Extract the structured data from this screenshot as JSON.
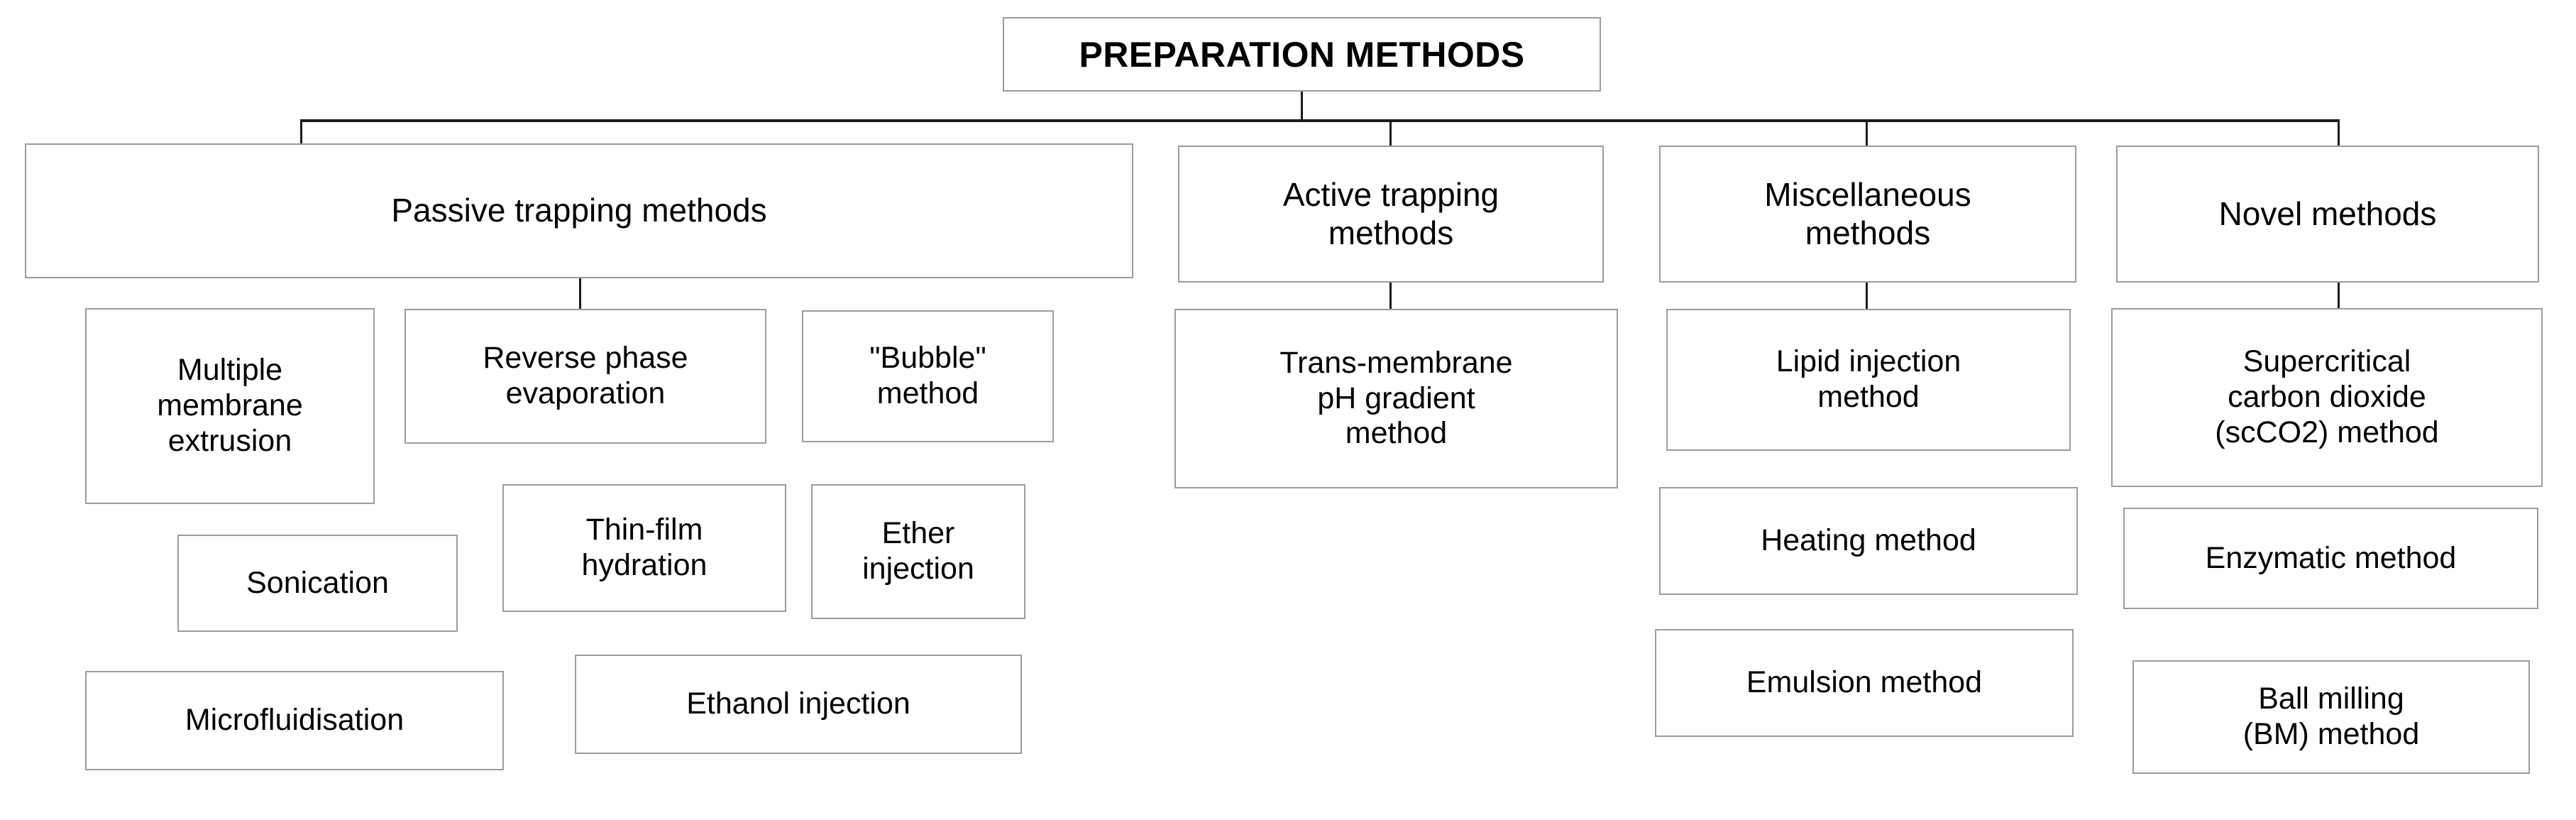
{
  "diagram": {
    "title": "PREPARATION METHODS",
    "root": {
      "label": "PREPARATION METHODS"
    },
    "branches": [
      {
        "id": "passive-trapping-methods",
        "label": "Passive trapping methods",
        "children": [
          {
            "id": "multiple-membrane-extrusion",
            "label": "Multiple\nmembrane\nextrusion"
          },
          {
            "id": "reverse-phase-evaporation",
            "label": "Reverse phase\nevaporation"
          },
          {
            "id": "bubble-method",
            "label": "\"Bubble\"\nmethod"
          },
          {
            "id": "sonication",
            "label": "Sonication"
          },
          {
            "id": "thin-film-hydration",
            "label": "Thin-film\nhydration"
          },
          {
            "id": "ether-injection",
            "label": "Ether\ninjection"
          },
          {
            "id": "microfluidisation",
            "label": "Microfluidisation"
          },
          {
            "id": "ethanol-injection",
            "label": "Ethanol injection"
          }
        ]
      },
      {
        "id": "active-trapping-methods",
        "label": "Active trapping\nmethods",
        "children": [
          {
            "id": "trans-membrane-ph-gradient-method",
            "label": "Trans-membrane\npH gradient\nmethod"
          }
        ]
      },
      {
        "id": "miscellaneous-methods",
        "label": "Miscellaneous\nmethods",
        "children": [
          {
            "id": "lipid-injection-method",
            "label": "Lipid injection\nmethod"
          },
          {
            "id": "heating-method",
            "label": "Heating method"
          },
          {
            "id": "emulsion-method",
            "label": "Emulsion method"
          }
        ]
      },
      {
        "id": "novel-methods",
        "label": "Novel methods",
        "children": [
          {
            "id": "supercritical-carbon-dioxide-method",
            "label": "Supercritical\ncarbon dioxide\n(scCO2) method"
          },
          {
            "id": "enzymatic-method",
            "label": "Enzymatic method"
          },
          {
            "id": "ball-milling-method",
            "label": "Ball milling\n(BM) method"
          }
        ]
      }
    ],
    "colors": {
      "box_border": "#9d9d9d",
      "connector": "#1b1b1b",
      "text": "#000000",
      "background": "#ffffff"
    }
  }
}
